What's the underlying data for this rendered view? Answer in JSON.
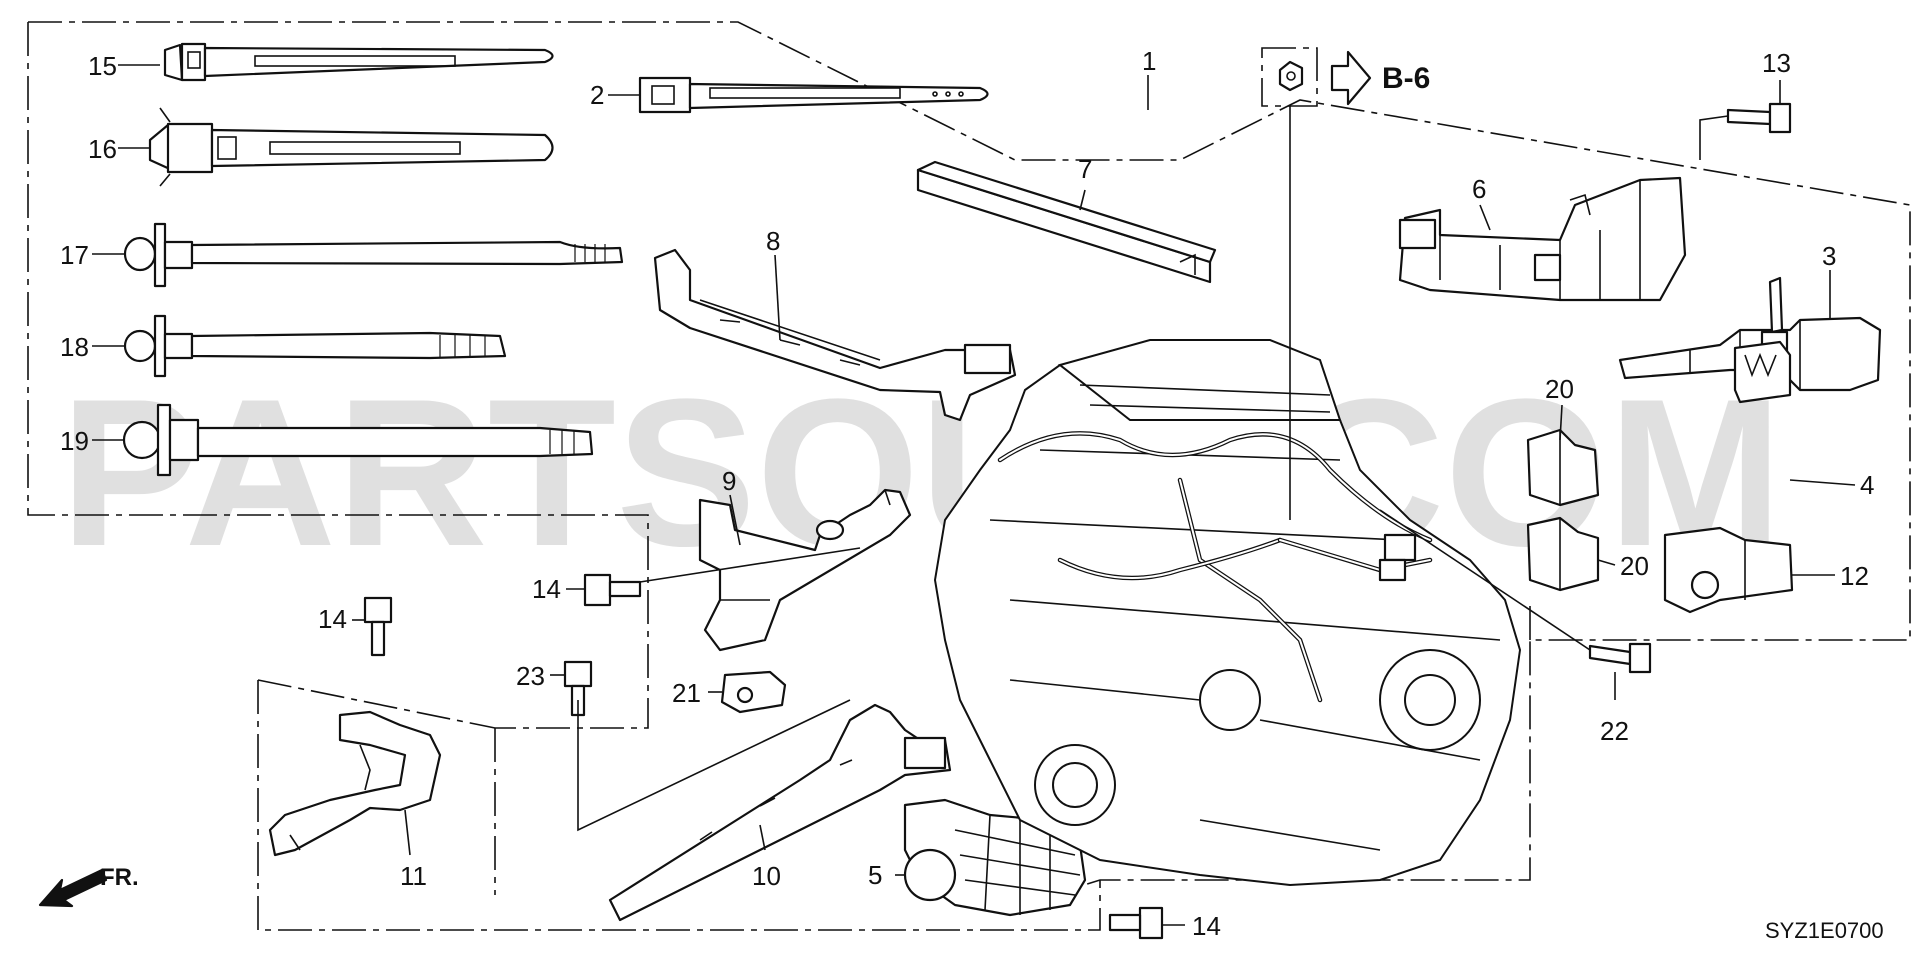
{
  "diagram": {
    "watermark": "PARTSOUQ.COM",
    "reference": {
      "target": "B-6"
    },
    "direction_label": "FR.",
    "drawing_code": "SYZ1E0700",
    "callouts": {
      "c1": "1",
      "c2": "2",
      "c3": "3",
      "c4": "4",
      "c5": "5",
      "c6": "6",
      "c7": "7",
      "c8": "8",
      "c9": "9",
      "c10": "10",
      "c11": "11",
      "c12": "12",
      "c13": "13",
      "c14a": "14",
      "c14b": "14",
      "c14c": "14",
      "c15": "15",
      "c16": "16",
      "c17": "17",
      "c18": "18",
      "c19": "19",
      "c20a": "20",
      "c20b": "20",
      "c21": "21",
      "c22": "22",
      "c23": "23"
    }
  }
}
